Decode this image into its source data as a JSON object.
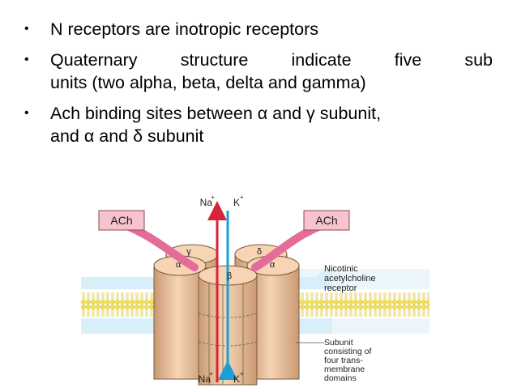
{
  "bullets": [
    {
      "lines": [
        "N receptors are inotropic receptors"
      ]
    },
    {
      "lines": [
        "Quaternary structure indicate five sub",
        "units (two alpha, beta, delta and gamma)"
      ]
    },
    {
      "lines": [
        "Ach binding sites between α and γ subunit,",
        "and α and δ subunit"
      ]
    }
  ],
  "bullet_char": "•",
  "figure": {
    "top_ions": {
      "na": "Na",
      "k": "K",
      "charge": "+"
    },
    "bottom_ions": {
      "na": "Na",
      "k": "K",
      "charge": "+"
    },
    "ach_left": "ACh",
    "ach_right": "ACh",
    "greek": {
      "gamma": "γ",
      "alpha": "α",
      "delta": "δ",
      "beta": "β"
    },
    "receptor_label": [
      "Nicotinic",
      "acetylcholine",
      "receptor"
    ],
    "subunit_label": [
      "Subunit",
      "consisting of",
      "four trans-",
      "membrane",
      "domains"
    ],
    "colors": {
      "cylinder": "#f2c9a3",
      "cylinder_dark": "#c99a73",
      "arrow_red": "#d8243a",
      "arrow_blue": "#1aa0d6",
      "ach_box": "#f7c3cc",
      "ach_arrow": "#e46c9a",
      "membrane_band": "#cfe9f5",
      "lipid_yellow": "#f5e24a"
    }
  }
}
